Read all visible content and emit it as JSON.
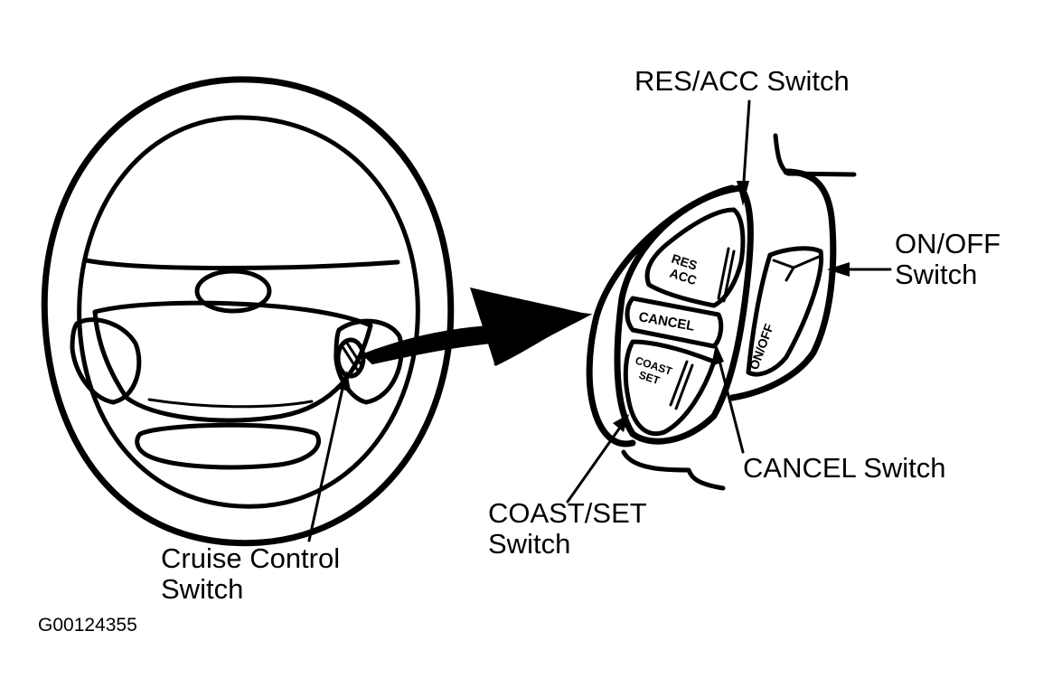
{
  "labels": {
    "res_acc_switch": "RES/ACC Switch",
    "on_off_switch_line1": "ON/OFF",
    "on_off_switch_line2": "Switch",
    "cancel_switch": "CANCEL Switch",
    "coast_set_line1": "COAST/SET",
    "coast_set_line2": "Switch",
    "cruise_control_line1": "Cruise Control",
    "cruise_control_line2": "Switch"
  },
  "buttons": {
    "res_line1": "RES",
    "res_line2": "ACC",
    "cancel": "CANCEL",
    "coast_line1": "COAST",
    "coast_line2": "SET",
    "on_off": "ON/OFF"
  },
  "figure_code": "G00124355",
  "colors": {
    "ink": "#000000",
    "background": "#ffffff"
  }
}
